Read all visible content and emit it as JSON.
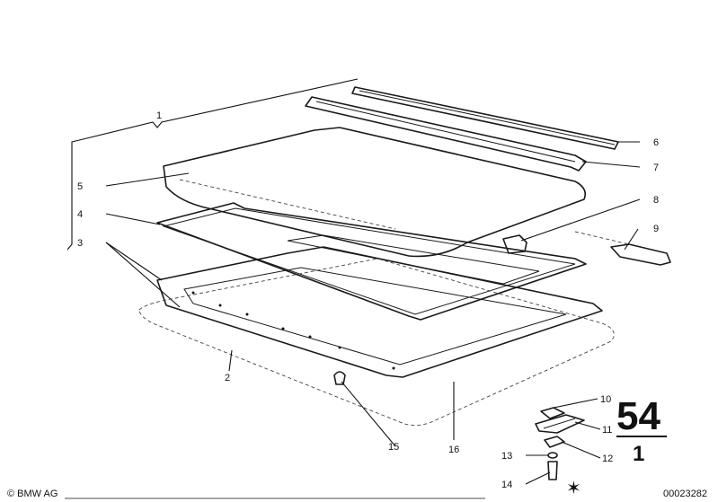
{
  "callouts": {
    "c1": "1",
    "c2": "2",
    "c3": "3",
    "c4": "4",
    "c5": "5",
    "c6": "6",
    "c7": "7",
    "c8": "8",
    "c9": "9",
    "c10": "10",
    "c11": "11",
    "c12": "12",
    "c13": "13",
    "c14": "14",
    "c15": "15",
    "c16": "16"
  },
  "group": {
    "main": "54",
    "sub": "1"
  },
  "footer": {
    "copyright": "© BMW AG",
    "image_number": "00023282"
  }
}
